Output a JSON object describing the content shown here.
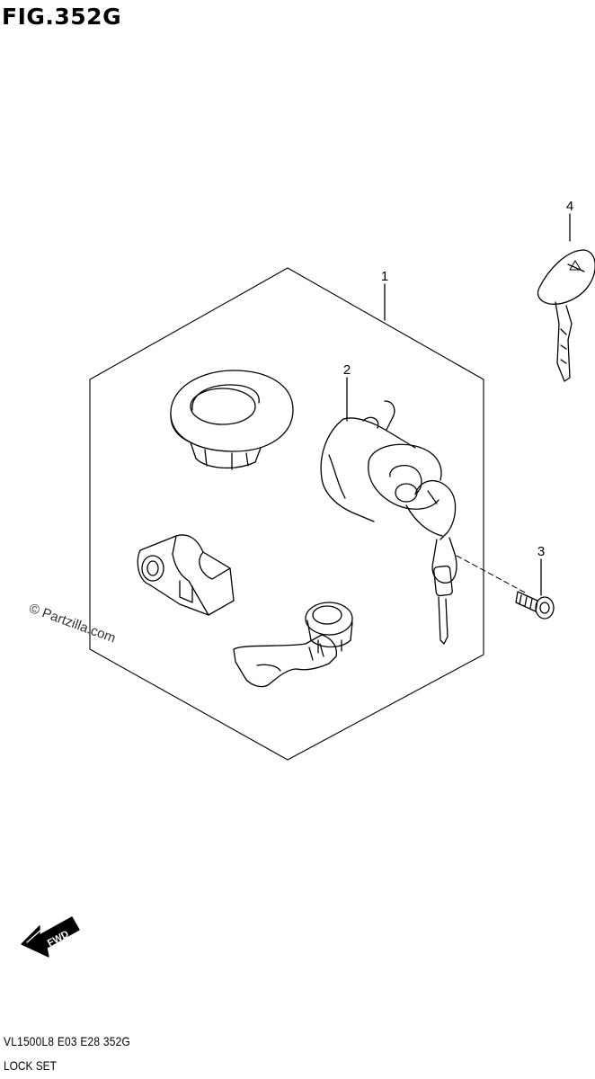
{
  "figure": {
    "title": "FIG.352G"
  },
  "callouts": [
    {
      "number": "1"
    },
    {
      "number": "2"
    },
    {
      "number": "3"
    },
    {
      "number": "4"
    }
  ],
  "fwd_label": "FWD",
  "watermark": "© Partzilla.com",
  "footer": {
    "code": "VL1500L8  E03  E28  352G",
    "name": "LOCK SET"
  }
}
